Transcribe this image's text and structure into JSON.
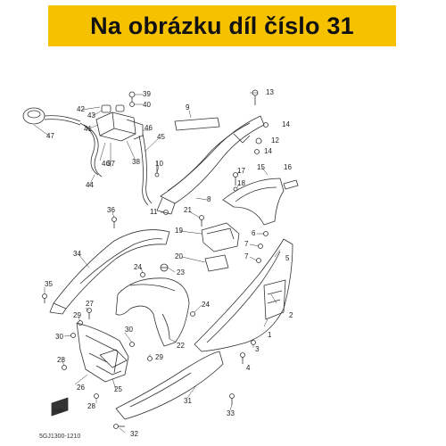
{
  "banner": {
    "text": "Na obrázku díl číslo 31",
    "bg_color": "#f6c200"
  },
  "diagram": {
    "reference_code": "5GJ1300-1210",
    "front_marker": "FWD",
    "callouts": [
      {
        "id": "c1",
        "text": "1"
      },
      {
        "id": "c2",
        "text": "2"
      },
      {
        "id": "c3",
        "text": "3"
      },
      {
        "id": "c4",
        "text": "4"
      },
      {
        "id": "c5",
        "text": "5"
      },
      {
        "id": "c6",
        "text": "6"
      },
      {
        "id": "c7a",
        "text": "7"
      },
      {
        "id": "c7b",
        "text": "7"
      },
      {
        "id": "c8",
        "text": "8"
      },
      {
        "id": "c9",
        "text": "9"
      },
      {
        "id": "c10",
        "text": "10"
      },
      {
        "id": "c11",
        "text": "11"
      },
      {
        "id": "c12",
        "text": "12"
      },
      {
        "id": "c13",
        "text": "13"
      },
      {
        "id": "c14a",
        "text": "14"
      },
      {
        "id": "c14b",
        "text": "14"
      },
      {
        "id": "c15",
        "text": "15"
      },
      {
        "id": "c16",
        "text": "16"
      },
      {
        "id": "c17",
        "text": "17"
      },
      {
        "id": "c18",
        "text": "18"
      },
      {
        "id": "c19",
        "text": "19"
      },
      {
        "id": "c20",
        "text": "20"
      },
      {
        "id": "c21",
        "text": "21"
      },
      {
        "id": "c22",
        "text": "22"
      },
      {
        "id": "c23",
        "text": "23"
      },
      {
        "id": "c24a",
        "text": "24"
      },
      {
        "id": "c24b",
        "text": "24"
      },
      {
        "id": "c25",
        "text": "25"
      },
      {
        "id": "c26",
        "text": "26"
      },
      {
        "id": "c27",
        "text": "27"
      },
      {
        "id": "c28a",
        "text": "28"
      },
      {
        "id": "c28b",
        "text": "28"
      },
      {
        "id": "c29a",
        "text": "29"
      },
      {
        "id": "c29b",
        "text": "29"
      },
      {
        "id": "c30a",
        "text": "30"
      },
      {
        "id": "c30b",
        "text": "30"
      },
      {
        "id": "c31",
        "text": "31"
      },
      {
        "id": "c32",
        "text": "32"
      },
      {
        "id": "c33",
        "text": "33"
      },
      {
        "id": "c34",
        "text": "34"
      },
      {
        "id": "c35",
        "text": "35"
      },
      {
        "id": "c36",
        "text": "36"
      },
      {
        "id": "c37",
        "text": "37"
      },
      {
        "id": "c38",
        "text": "38"
      },
      {
        "id": "c39",
        "text": "39"
      },
      {
        "id": "c40",
        "text": "40"
      },
      {
        "id": "c41",
        "text": "41"
      },
      {
        "id": "c42",
        "text": "42"
      },
      {
        "id": "c43",
        "text": "43"
      },
      {
        "id": "c44",
        "text": "44"
      },
      {
        "id": "c45",
        "text": "45"
      },
      {
        "id": "c46a",
        "text": "46"
      },
      {
        "id": "c46b",
        "text": "46"
      },
      {
        "id": "c47",
        "text": "47"
      }
    ]
  }
}
